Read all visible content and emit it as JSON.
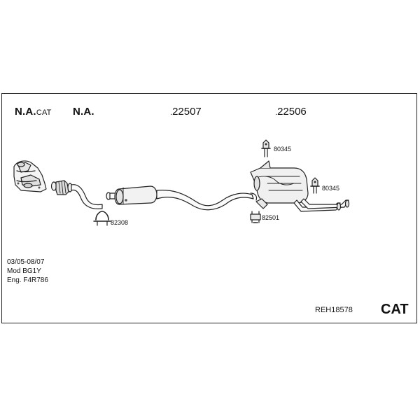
{
  "header": {
    "col1_main": "N.A.",
    "col1_sub": "CAT",
    "col2": "N.A.",
    "part1_prefix": ".",
    "part1": "22507",
    "part2_prefix": ".",
    "part2": "22506"
  },
  "codes": {
    "clamp_front": "82308",
    "hanger_top": "80345",
    "hanger_rear": "80345",
    "bracket_mid": "82501"
  },
  "meta": {
    "dates": "03/05-08/07",
    "model": "Mod BG1Y",
    "engine": "Eng. F4R786"
  },
  "reference": "REH18578",
  "badge": "CAT"
}
